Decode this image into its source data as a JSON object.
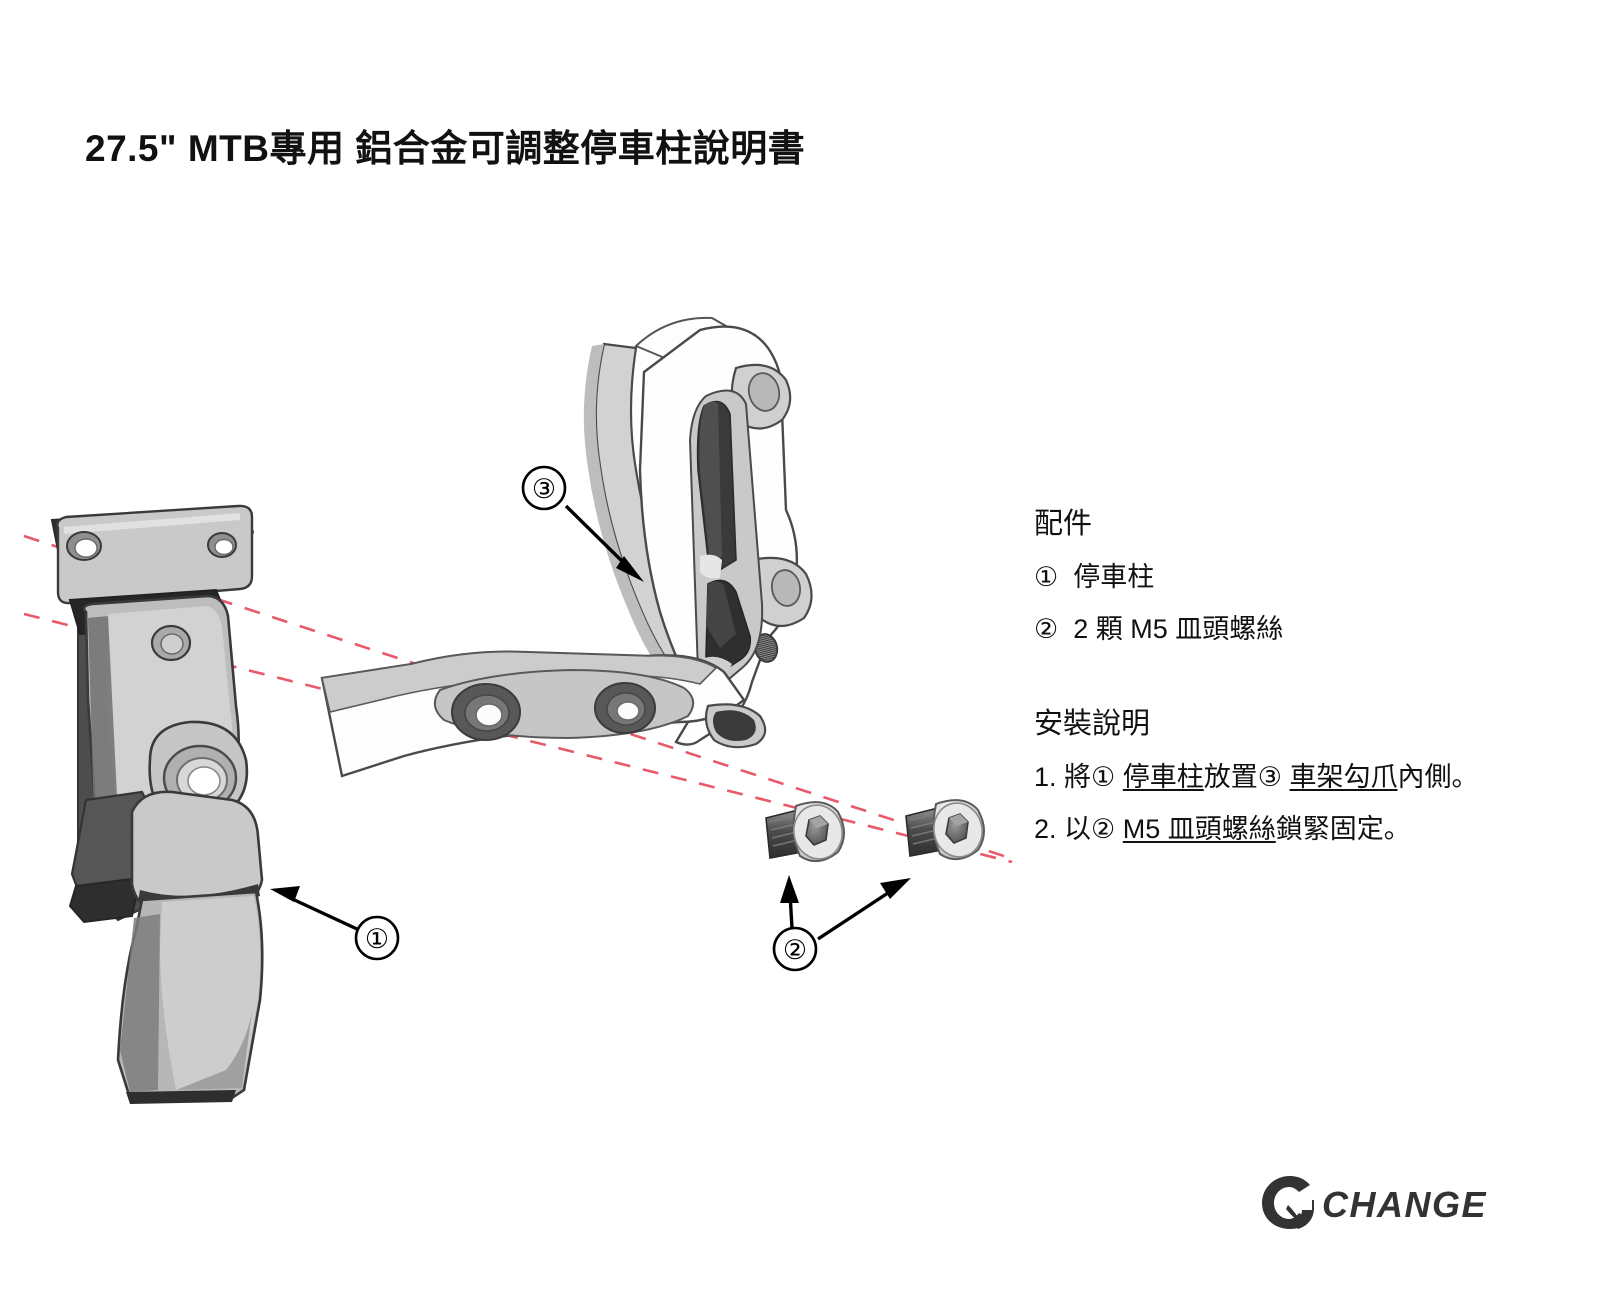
{
  "document": {
    "title": "27.5\" MTB專用 鋁合金可調整停車柱說明書",
    "brand_logo_text": "CHANGE"
  },
  "parts": {
    "heading": "配件",
    "items": [
      {
        "marker": "①",
        "label": "停車柱"
      },
      {
        "marker": "②",
        "label": "2 顆 M5 皿頭螺絲"
      }
    ]
  },
  "install": {
    "heading": "安裝說明",
    "steps": [
      {
        "number": "1.",
        "pre": "將",
        "marker1": "①",
        "term1": "停車柱",
        "mid": "放置",
        "marker2": "③",
        "term2": "車架勾爪",
        "post": "內側。"
      },
      {
        "number": "2.",
        "pre": "以",
        "marker1": "②",
        "term1": "M5 皿頭螺絲",
        "post": "鎖緊固定。"
      }
    ]
  },
  "callouts": [
    {
      "id": "callout-1",
      "label": "①",
      "target": "parking-stand"
    },
    {
      "id": "callout-2",
      "label": "②",
      "target": "m5-countersunk-screws"
    },
    {
      "id": "callout-3",
      "label": "③",
      "target": "frame-dropout"
    }
  ],
  "illustration": {
    "parking_stand_name": "停車柱",
    "frame_dropout_name": "車架勾爪",
    "screw_name": "M5 皿頭螺絲",
    "screw_count": 2,
    "alignment_line_style": "dashed"
  },
  "colors": {
    "ink": "#111111",
    "outline": "#3a3a3a",
    "metal_light": "#d0d0d0",
    "metal_mid": "#9a9a9a",
    "metal_dark": "#4d4d4d",
    "metal_darkest": "#2b2b2b",
    "alignment_red": "#e8596a",
    "white": "#ffffff"
  }
}
